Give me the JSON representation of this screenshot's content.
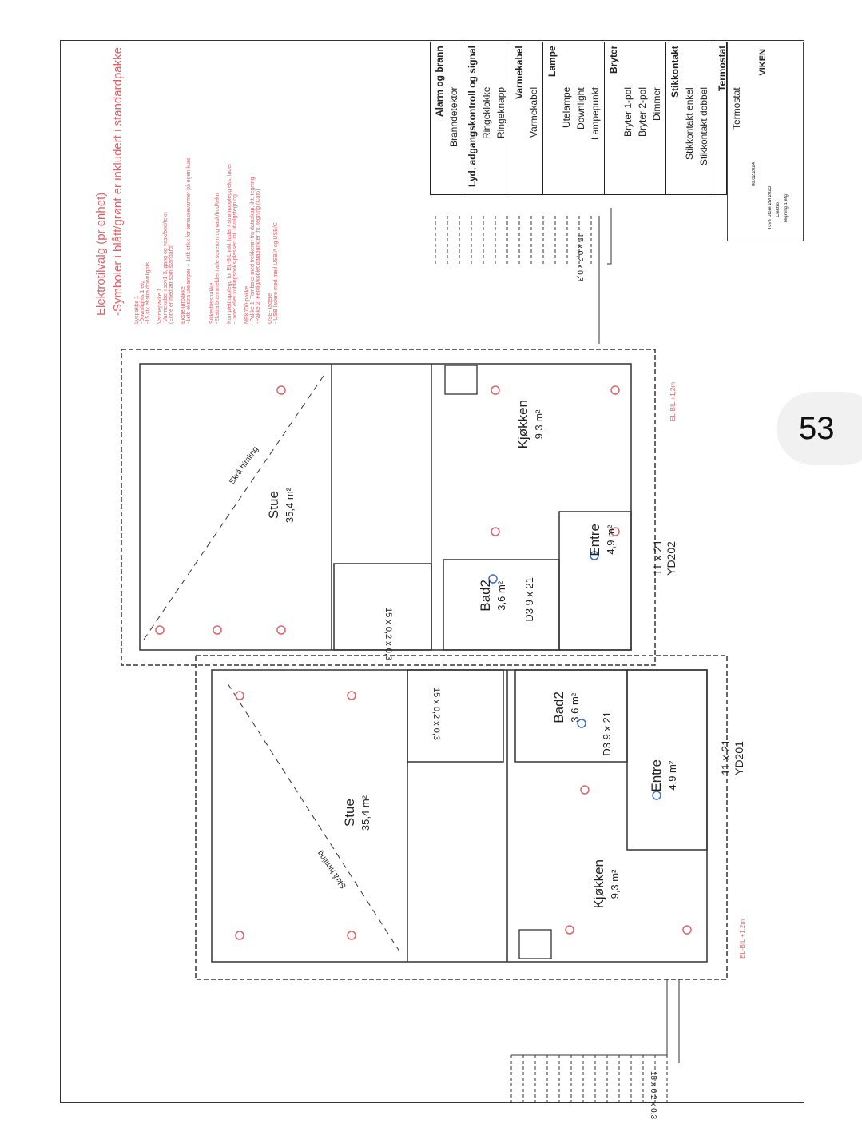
{
  "page_number": "53",
  "options": {
    "title": "Elektrotilvalg (pr enhet)",
    "subtitle": "-Symboler i blått/grønt er inkludert i standardpakke",
    "packages": [
      {
        "icon": "downlight-icon",
        "lines": [
          "Lyspakke 1",
          "-Downlights 1.etg",
          "-15 stk ekstra downlights"
        ]
      },
      {
        "icon": "thermostat-icon",
        "lines": [
          "Varmepakke 1",
          "-Varmekabel i sov1-3, gang og vask/bod/tekn",
          "(Entre er medtatt som standard)"
        ]
      },
      {
        "icon": "outdoor-lamp-icon",
        "lines": [
          "Eksteriørpakke",
          "-1stk ekstra utelamper + 1stk stikk for terrassevarmer på egen kurs"
        ]
      },
      {
        "icon": "smoke-detector-icon",
        "lines": [
          "Sikkerhetspakke",
          "-Ekstra brannmelder i alle soverom og vask/bod/tekn"
        ]
      },
      {
        "icon": "ev-charger-icon",
        "lines": [
          "Komplett opplegg for EL-BIL inkl. lader / strømopplegg eks. lader",
          "-Lader eller koblingsboks plassert iht. tilvalgstegning"
        ]
      },
      {
        "icon": "network-icon",
        "lines": [
          "NEK700-pakke",
          "-Pakke 1: Tomboks med trekkerør fra dataskap, iht. tegning",
          "-Pakke 2: Ferdig/koblet datapunkter iht. tegning (Cat6)"
        ]
      },
      {
        "icon": "usb-charger-icon",
        "lines": [
          "USB- ladere",
          "- USB ladere med med USB/A og USB/C"
        ]
      }
    ]
  },
  "legend": {
    "groups": [
      {
        "heading": "Alarm og brann",
        "items": [
          "Branndetektor"
        ]
      },
      {
        "heading": "Lyd, adgangskontroll og signal",
        "items": [
          "Ringeklokke",
          "Ringeknapp"
        ]
      },
      {
        "heading": "Varmekabel",
        "items": [
          "Varmekabel"
        ]
      },
      {
        "heading": "Lampe",
        "items": [
          "Utelampe",
          "Downlight",
          "Lampepunkt"
        ]
      },
      {
        "heading": "Bryter",
        "items": [
          "Bryter 1-pol",
          "Bryter 2-pol",
          "Dimmer"
        ]
      },
      {
        "heading": "Stikkontakt",
        "items": [
          "Stikkontakt enkel",
          "Stikkontakt dobbel"
        ]
      },
      {
        "heading": "Termostat",
        "items": [
          "Termostat"
        ]
      }
    ]
  },
  "title_block": {
    "brand": "VIKEN",
    "date": "08.02.2024",
    "project": "Tuve Store 2M 2023",
    "drawing": "Elektro",
    "floor": "Tegning 1 etg"
  },
  "units": [
    {
      "rooms": [
        {
          "name": "Stue",
          "area": "35,4 m²"
        },
        {
          "name": "Kjøkken",
          "area": "9,3 m²"
        },
        {
          "name": "Bad2",
          "area": "3,6 m²"
        },
        {
          "name": "Entre",
          "area": "4,9 m²"
        }
      ],
      "door": "YD202",
      "door_size": "11 x 21",
      "bath_door": "D3 9 x 21",
      "ceiling": "Skrå himling",
      "stair": "15 x 0,2 x 0,3",
      "ev": "EL-BIL +1,2m"
    },
    {
      "rooms": [
        {
          "name": "Stue",
          "area": "35,4 m²"
        },
        {
          "name": "Kjøkken",
          "area": "9,3 m²"
        },
        {
          "name": "Bad2",
          "area": "3,6 m²"
        },
        {
          "name": "Entre",
          "area": "4,9 m²"
        }
      ],
      "door": "YD201",
      "door_size": "11 x 21",
      "bath_door": "D3 9 x 21",
      "ceiling": "Skrå himling",
      "stair": "15 x 0,2 x 0,3",
      "ev": "EL-BIL +1,2m"
    }
  ],
  "colors": {
    "option_red": "#e0626a",
    "standard_blue": "#3a6fc4",
    "standard_green": "#3aa04a"
  }
}
